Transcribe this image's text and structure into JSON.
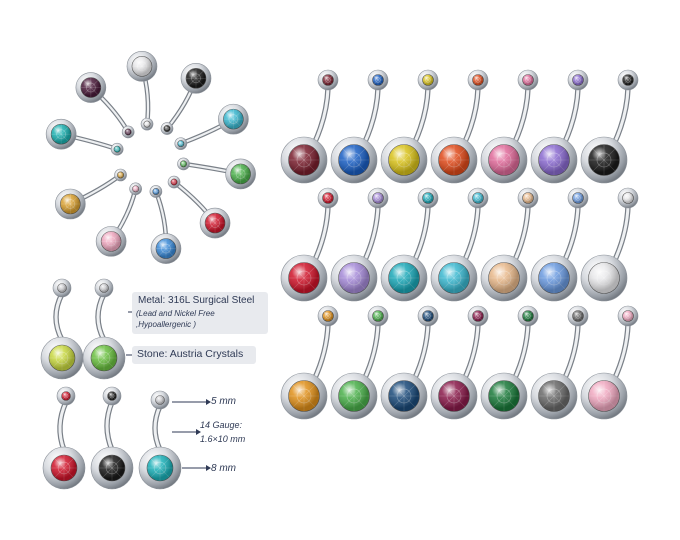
{
  "specs": {
    "metal": "Metal: 316L Surgical Steel",
    "metal_note_1": "(Lead and Nickel Free",
    "metal_note_2": ",Hypoallergenic )",
    "stone": "Stone: Austria Crystals",
    "top_ball": "5 mm",
    "gauge": "14 Gauge:",
    "gauge_size": "1.6×10 mm",
    "bottom_ball": "8 mm"
  },
  "colors": {
    "grid_row_1": [
      "#7a1f2e",
      "#1a5fc4",
      "#d9c21a",
      "#e04a1a",
      "#e06a9a",
      "#8a6ad0",
      "#1a1a1a"
    ],
    "grid_row_2": [
      "#d0142a",
      "#a58ad8",
      "#1aa8b8",
      "#3ab8d0",
      "#e8b88a",
      "#6a9ae0",
      "#e8e8ea"
    ],
    "grid_row_3": [
      "#e0901a",
      "#4ab04a",
      "#1a4a7a",
      "#8a1a4a",
      "#1a7a3a",
      "#6a6a6a",
      "#f0a8c0"
    ],
    "grid_tops_row_1": [
      "#7a1f2e",
      "#1a5fc4",
      "#d9c21a",
      "#e04a1a",
      "#e06a9a",
      "#8a6ad0",
      "#1a1a1a"
    ],
    "grid_tops_row_2": [
      "#d0142a",
      "#a58ad8",
      "#1aa8b8",
      "#3ab8d0",
      "#e8b88a",
      "#6a9ae0",
      "#e8e8ea"
    ],
    "grid_tops_row_3": [
      "#e0901a",
      "#4ab04a",
      "#1a4a7a",
      "#8a1a4a",
      "#1a7a3a",
      "#6a6a6a",
      "#f0a8c0"
    ],
    "wheel": [
      "#1ab0b0",
      "#4a1a3a",
      "#e8e8ea",
      "#1a1a1a",
      "#3ab8d0",
      "#4ab04a",
      "#d0142a",
      "#3a8ad8",
      "#f0a8c0",
      "#d9a030"
    ],
    "spec_stones": [
      "#c8d840",
      "#6ac040",
      "#d0142a",
      "#1a1a1a",
      "#1ab0b8"
    ]
  }
}
